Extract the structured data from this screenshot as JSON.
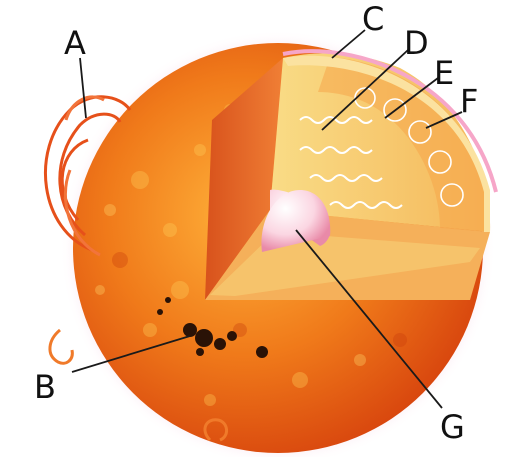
{
  "diagram": {
    "labels": {
      "a": "A",
      "b": "B",
      "c": "C",
      "d": "D",
      "e": "E",
      "f": "F",
      "g": "G"
    },
    "colors": {
      "background": "#ffffff",
      "corona_glow": "#f6a6c8",
      "surface": "#f07a1a",
      "surface_dark": "#d8460e",
      "radiative_zone": "#f7d36a",
      "convective_zone": "#f5a54a",
      "core": "#fbd6e2",
      "sunspot": "#2a1206",
      "wave": "#ffffff",
      "leader_line": "#1a1a1a"
    },
    "icons": {
      "prominence": "prominence-icon",
      "sunspots": "sunspot-icon",
      "radiation": "wavy-arrow-icon",
      "convection": "convection-loop-icon"
    }
  }
}
